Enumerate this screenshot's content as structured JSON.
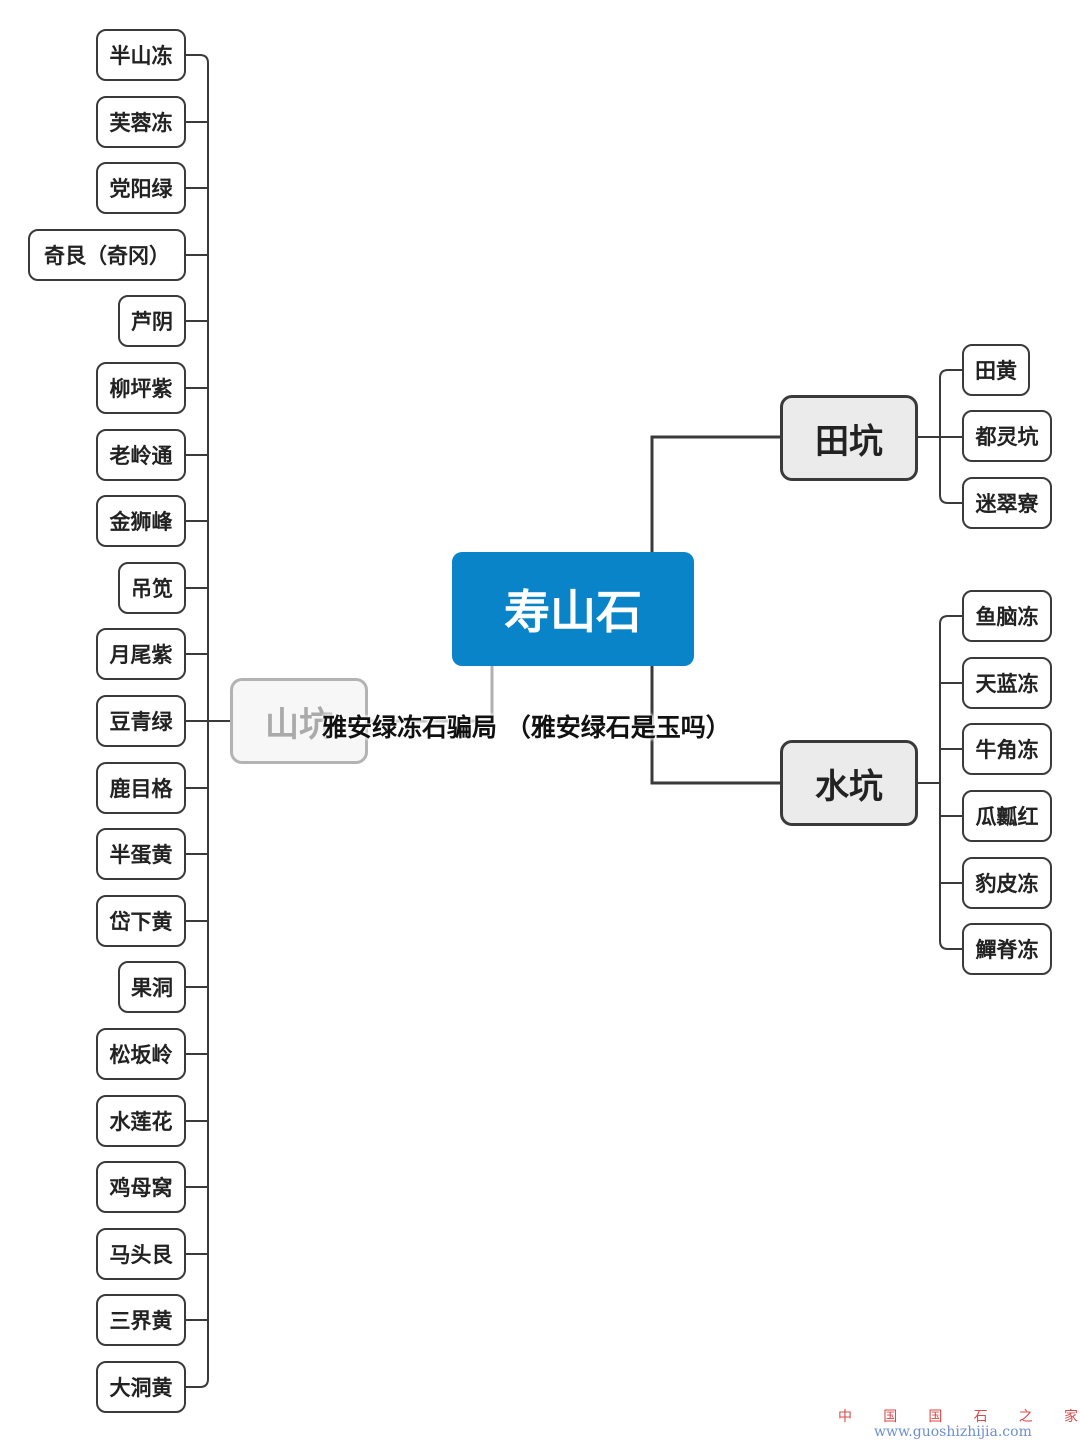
{
  "root": {
    "label": "寿山石"
  },
  "branches": {
    "tiankeng": {
      "label": "田坑",
      "children": [
        "田黄",
        "都灵坑",
        "迷翠寮"
      ]
    },
    "shuikeng": {
      "label": "水坑",
      "children": [
        "鱼脑冻",
        "天蓝冻",
        "牛角冻",
        "瓜瓤红",
        "豹皮冻",
        "鱓脊冻"
      ]
    },
    "shankeng": {
      "label": "山坑",
      "children": [
        "半山冻",
        "芙蓉冻",
        "党阳绿",
        "奇艮（奇冈）",
        "芦阴",
        "柳坪紫",
        "老岭通",
        "金狮峰",
        "吊笕",
        "月尾紫",
        "豆青绿",
        "鹿目格",
        "半蛋黄",
        "岱下黄",
        "果洞",
        "松坂岭",
        "水莲花",
        "鸡母窝",
        "马头艮",
        "三界黄",
        "大洞黄"
      ]
    }
  },
  "overlay_title": "雅安绿冻石骗局 （雅安绿石是玉吗）",
  "watermark": {
    "chars": [
      "中",
      "国",
      "国",
      "石",
      "之",
      "家"
    ],
    "url": "www.guoshizhijia.com"
  }
}
